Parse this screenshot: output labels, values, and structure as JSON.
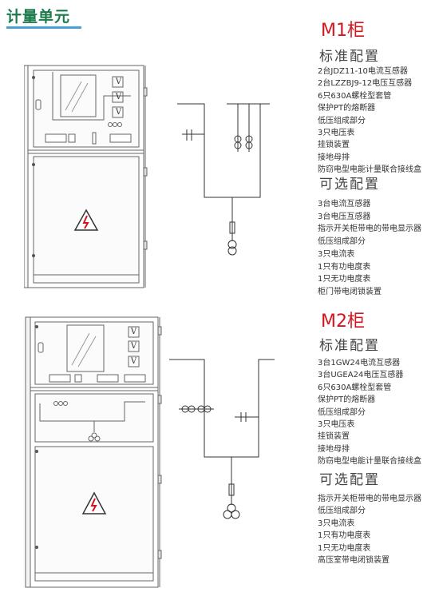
{
  "page": {
    "section_title": "计量单元"
  },
  "cabinets": [
    {
      "title": "M1柜",
      "standard_title": "标准配置",
      "standard_items": [
        "2台JDZ11-10电流互感器",
        "2台LZZBJ9-12电压互感器",
        "6只630A螺栓型套管",
        "保护PT的熔断器",
        "低压组成部分",
        "3只电压表",
        "挂锁装置",
        "接地母排",
        "防窃电型电能计量联合接线盒"
      ],
      "optional_title": "可选配置",
      "optional_items": [
        "3台电流互感器",
        "3台电压互感器",
        "指示开关柜带电的带电显示器",
        "低压组成部分",
        "3只电流表",
        "1只有功电度表",
        "1只无功电度表",
        "柜门带电闭锁装置"
      ],
      "meter_label": "V"
    },
    {
      "title": "M2柜",
      "standard_title": "标准配置",
      "standard_items": [
        "3台1GW24电流互感器",
        "3台UGEA24电压互感器",
        "6只630A螺栓型套管",
        "保护PT的熔断器",
        "低压组成部分",
        "3只电压表",
        "挂锁装置",
        "接地母排",
        "防窃电型电能计量联合接线盒"
      ],
      "optional_title": "可选配置",
      "optional_items": [
        "指示开关柜带电的带电显示器",
        "低压组成部分",
        "3只电流表",
        "1只有功电度表",
        "1只无功电度表",
        "高压室带电闭锁装置"
      ],
      "meter_label": "V"
    }
  ]
}
